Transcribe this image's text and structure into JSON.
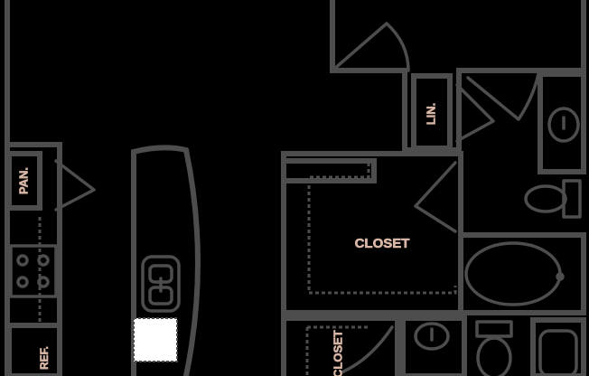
{
  "rooms": {
    "pantry": "PAN.",
    "linen": "LIN.",
    "closet": "CLOSET",
    "refrigerator": "REF.",
    "closet_partial": "CLOSET"
  },
  "colors": {
    "background": "#000000",
    "wall": "#4d4d4d",
    "label": "#d9b7a7",
    "dishwasher": "#ffffff"
  }
}
